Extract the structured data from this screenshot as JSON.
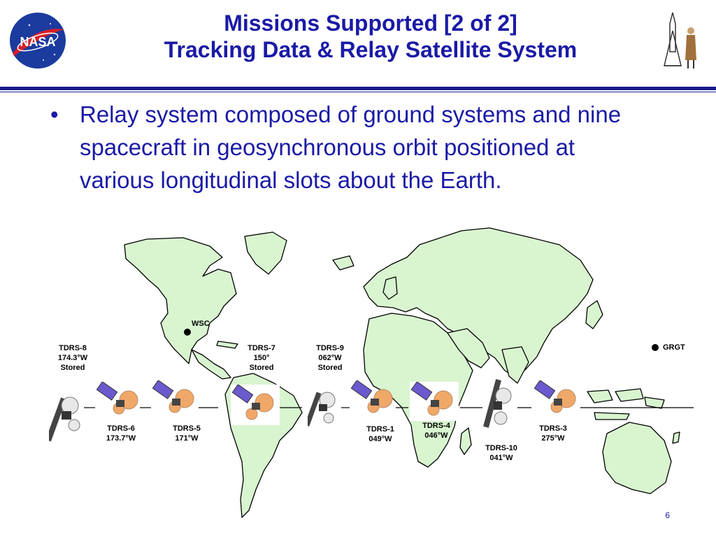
{
  "slide": {
    "title_line1": "Missions Supported [2 of 2]",
    "title_line2": "Tracking Data & Relay Satellite System",
    "bullet_mark": "•",
    "bullet_text": "Relay system composed of ground systems and nine spacecraft in geosynchronous orbit positioned at various longitudinal slots about the Earth.",
    "page_number": "6"
  },
  "logo": {
    "text": "NASA"
  },
  "stations": {
    "wsc": "WSC",
    "grgt": "GRGT"
  },
  "satellites": {
    "tdrs8": {
      "name": "TDRS-8",
      "lon": "174.3°W",
      "status": "Stored"
    },
    "tdrs7": {
      "name": "TDRS-7",
      "lon": "150°",
      "status": "Stored"
    },
    "tdrs9": {
      "name": "TDRS-9",
      "lon": "062°W",
      "status": "Stored"
    },
    "tdrs6": {
      "name": "TDRS-6",
      "lon": "173.7°W"
    },
    "tdrs5": {
      "name": "TDRS-5",
      "lon": "171°W"
    },
    "tdrs1": {
      "name": "TDRS-1",
      "lon": "049°W"
    },
    "tdrs4": {
      "name": "TDRS-4",
      "lon": "046°W"
    },
    "tdrs10": {
      "name": "TDRS-10",
      "lon": "041°W"
    },
    "tdrs3": {
      "name": "TDRS-3",
      "lon": "275°W"
    }
  },
  "colors": {
    "title": "#1a1aa6",
    "land": "#d9f5d0",
    "panel": "#6a5acd",
    "dish": "#f0a868"
  }
}
